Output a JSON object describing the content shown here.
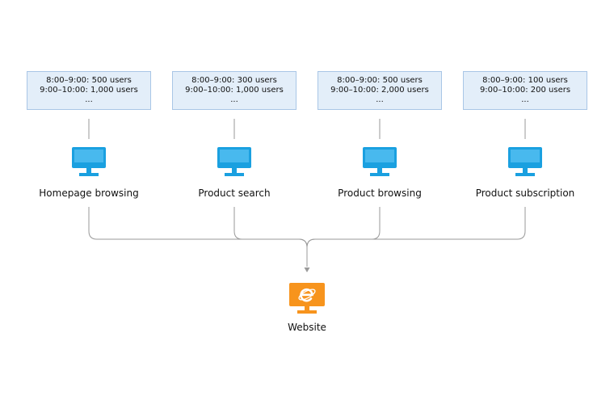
{
  "clients": [
    {
      "label": "Homepage browsing",
      "load_lines": [
        "8:00–9:00: 500 users",
        "9:00–10:00: 1,000 users",
        "..."
      ],
      "icon": "monitor-icon"
    },
    {
      "label": "Product search",
      "load_lines": [
        "8:00–9:00: 300 users",
        "9:00–10:00: 1,000 users",
        "..."
      ],
      "icon": "monitor-icon"
    },
    {
      "label": "Product browsing",
      "load_lines": [
        "8:00–9:00: 500 users",
        "9:00–10:00: 2,000 users",
        "..."
      ],
      "icon": "monitor-icon"
    },
    {
      "label": "Product subscription",
      "load_lines": [
        "8:00–9:00: 100 users",
        "9:00–10:00: 200 users",
        "..."
      ],
      "icon": "monitor-icon"
    }
  ],
  "target": {
    "label": "Website",
    "icon": "web-browser-icon"
  },
  "colors": {
    "monitor": "#1aa0e0",
    "website": "#f7941d",
    "box_fill": "#e3eef9",
    "box_border": "#a9c6e6",
    "connector": "#9a9a9a"
  }
}
